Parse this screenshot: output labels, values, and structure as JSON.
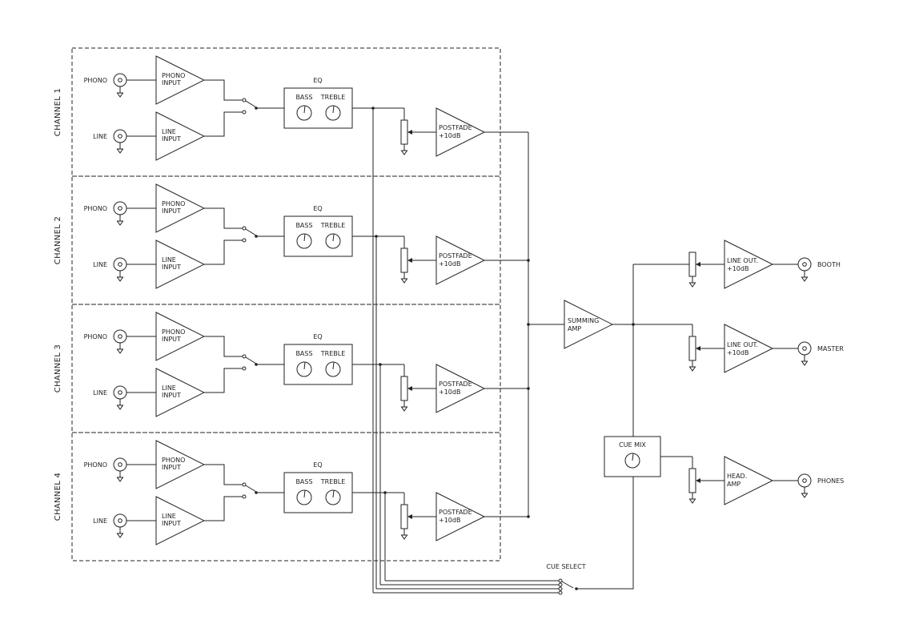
{
  "channels": [
    {
      "label": "CHANNEL 1",
      "phono_label": "PHONO",
      "line_label": "LINE",
      "phono_amp": [
        "PHONO",
        "INPUT"
      ],
      "line_amp": [
        "LINE",
        "INPUT"
      ],
      "eq_title": "EQ",
      "bass_label": "BASS",
      "treble_label": "TREBLE",
      "postfade": [
        "POSTFADE",
        "+10dB"
      ]
    },
    {
      "label": "CHANNEL 2",
      "phono_label": "PHONO",
      "line_label": "LINE",
      "phono_amp": [
        "PHONO",
        "INPUT"
      ],
      "line_amp": [
        "LINE",
        "INPUT"
      ],
      "eq_title": "EQ",
      "bass_label": "BASS",
      "treble_label": "TREBLE",
      "postfade": [
        "POSTFADE",
        "+10dB"
      ]
    },
    {
      "label": "CHANNEL 3",
      "phono_label": "PHONO",
      "line_label": "LINE",
      "phono_amp": [
        "PHONO",
        "INPUT"
      ],
      "line_amp": [
        "LINE",
        "INPUT"
      ],
      "eq_title": "EQ",
      "bass_label": "BASS",
      "treble_label": "TREBLE",
      "postfade": [
        "POSTFADE",
        "+10dB"
      ]
    },
    {
      "label": "CHANNEL 4",
      "phono_label": "PHONO",
      "line_label": "LINE",
      "phono_amp": [
        "PHONO",
        "INPUT"
      ],
      "line_amp": [
        "LINE",
        "INPUT"
      ],
      "eq_title": "EQ",
      "bass_label": "BASS",
      "treble_label": "TREBLE",
      "postfade": [
        "POSTFADE",
        "+10dB"
      ]
    }
  ],
  "summing_amp": [
    "SUMMING",
    "AMP"
  ],
  "outputs": [
    {
      "amp": [
        "LINE OUT.",
        "+10dB"
      ],
      "label": "BOOTH"
    },
    {
      "amp": [
        "LINE OUT.",
        "+10dB"
      ],
      "label": "MASTER"
    },
    {
      "amp": [
        "HEAD.",
        "AMP"
      ],
      "label": "PHONES"
    }
  ],
  "cue_mix_label": "CUE MIX",
  "cue_select_label": "CUE SELECT"
}
